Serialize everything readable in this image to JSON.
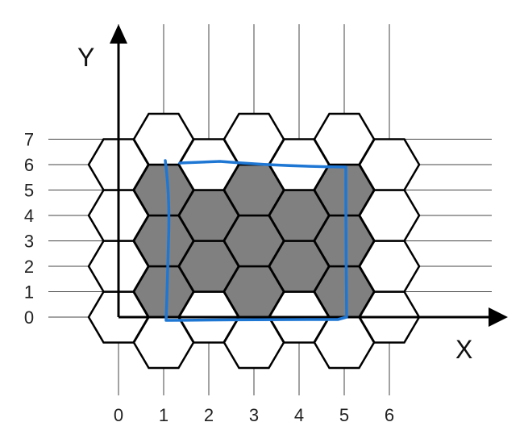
{
  "axes": {
    "x_name": "X",
    "y_name": "Y",
    "x_ticks": [
      "0",
      "1",
      "2",
      "3",
      "4",
      "5",
      "6"
    ],
    "y_ticks": [
      "0",
      "1",
      "2",
      "3",
      "4",
      "5",
      "6",
      "7"
    ]
  },
  "colors": {
    "grid": "#444444",
    "hex_outline": "#000000",
    "hex_empty": "#ffffff",
    "hex_filled": "#808080",
    "boundary": "#1f77d4",
    "axis": "#000000"
  },
  "hex_grid": {
    "columns": [
      {
        "x": 0,
        "cells": [
          {
            "center": 0,
            "filled": false
          },
          {
            "center": 2,
            "filled": false
          },
          {
            "center": 4,
            "filled": false
          },
          {
            "center": 6,
            "filled": false
          }
        ]
      },
      {
        "x": 1,
        "cells": [
          {
            "center": -1,
            "filled": false
          },
          {
            "center": 1,
            "filled": true
          },
          {
            "center": 3,
            "filled": true
          },
          {
            "center": 5,
            "filled": true
          },
          {
            "center": 7,
            "filled": false
          }
        ]
      },
      {
        "x": 2,
        "cells": [
          {
            "center": 0,
            "filled": false
          },
          {
            "center": 2,
            "filled": true
          },
          {
            "center": 4,
            "filled": true
          },
          {
            "center": 6,
            "filled": false
          }
        ]
      },
      {
        "x": 3,
        "cells": [
          {
            "center": -1,
            "filled": false
          },
          {
            "center": 1,
            "filled": true
          },
          {
            "center": 3,
            "filled": true
          },
          {
            "center": 5,
            "filled": true
          },
          {
            "center": 7,
            "filled": false
          }
        ]
      },
      {
        "x": 4,
        "cells": [
          {
            "center": 0,
            "filled": false
          },
          {
            "center": 2,
            "filled": true
          },
          {
            "center": 4,
            "filled": true
          },
          {
            "center": 6,
            "filled": false
          }
        ]
      },
      {
        "x": 5,
        "cells": [
          {
            "center": -1,
            "filled": false
          },
          {
            "center": 1,
            "filled": true
          },
          {
            "center": 3,
            "filled": true
          },
          {
            "center": 5,
            "filled": true
          },
          {
            "center": 7,
            "filled": false
          }
        ]
      },
      {
        "x": 6,
        "cells": [
          {
            "center": 0,
            "filled": false
          },
          {
            "center": 2,
            "filled": false
          },
          {
            "center": 4,
            "filled": false
          },
          {
            "center": 6,
            "filled": false
          }
        ]
      }
    ]
  },
  "boundary_rect": {
    "x_min": 1,
    "x_max": 5,
    "y_min": 0,
    "y_max": 6
  }
}
